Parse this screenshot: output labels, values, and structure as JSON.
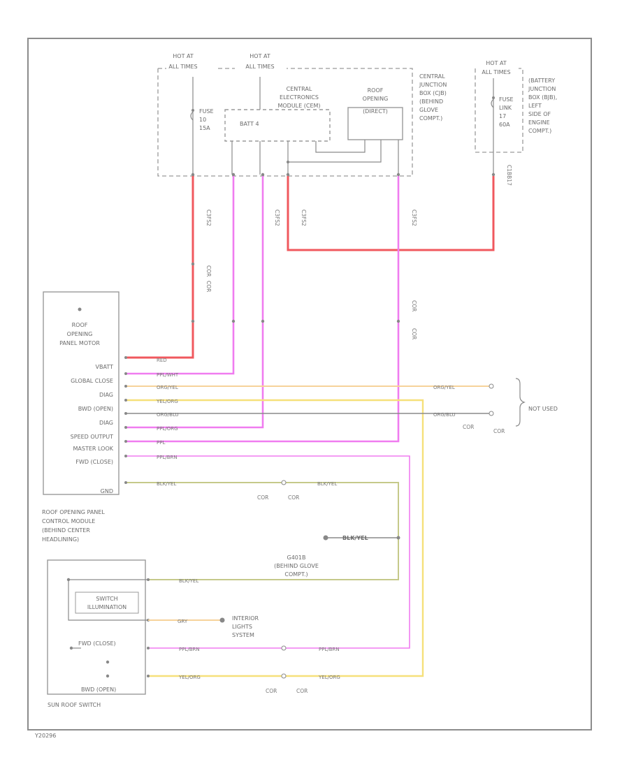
{
  "hot_labels": {
    "left": [
      "HOT AT",
      "ALL TIMES"
    ],
    "mid": [
      "HOT AT",
      "ALL TIMES"
    ],
    "right": [
      "HOT AT",
      "ALL TIMES"
    ]
  },
  "fuse": [
    "FUSE",
    "10",
    "15A"
  ],
  "fuse_link": [
    "FUSE",
    "LINK",
    "17",
    "60A"
  ],
  "batt_label": "BATT 4",
  "central_electronics": [
    "CENTRAL",
    "ELECTRONICS",
    "MODULE (CEM)"
  ],
  "roof_opening_ctrl": [
    "ROOF",
    "OPENING",
    "(DIRECT)"
  ],
  "cjb": [
    "CENTRAL",
    "JUNCTION",
    "BOX (CJB)",
    "(BEHIND",
    "GLOVE",
    "COMPT.)"
  ],
  "battery_junction": [
    "(BATTERY",
    "JUNCTION",
    "BOX (BJB),",
    "LEFT",
    "SIDE OF",
    "ENGINE",
    "COMPT.)"
  ],
  "cjb_connectors": [
    "C3FS2",
    "C3FS2",
    "C3FS2",
    "C3FS2"
  ],
  "cor_vertical": [
    "COR",
    "COR",
    "COR",
    "COR",
    "C1BB17"
  ],
  "motor_module": {
    "title": [
      "ROOF",
      "OPENING",
      "PANEL MOTOR"
    ],
    "pins": [
      "VBATT",
      "GLOBAL CLOSE",
      "DIAG",
      "BWD (OPEN)",
      "DIAG",
      "SPEED OUTPUT",
      "MASTER LOOK",
      "FWD (CLOSE)",
      "",
      "GND"
    ],
    "caption": [
      "ROOF OPENING PANEL",
      "CONTROL MODULE",
      "(BEHIND CENTER",
      "HEADLINING)"
    ]
  },
  "wire_colors": {
    "red": "#f0585e",
    "violet": "#f07cf0",
    "yellow": "#f6e07a",
    "orange": "#f6d29a",
    "gnd": "#c5c98a"
  },
  "wire_labels": {
    "red": "RED",
    "global_close": "PPL/WHT",
    "diag1": "ORG/YEL",
    "bwd_open": "YEL/ORG",
    "diag2": "ORG/BLU",
    "speed": "PPL/ORG",
    "master": "PPL",
    "fwd_close": "PPL/BRN",
    "gnd": "BLK/YEL"
  },
  "not_used": "NOT USED",
  "cor_labels": [
    "COR",
    "COR",
    "COR",
    "COR",
    "COR",
    "COR"
  ],
  "ground": {
    "label": "BLK/YEL",
    "name": [
      "G401B",
      "(BEHIND GLOVE",
      "COMPT.)"
    ]
  },
  "switch": {
    "illum": [
      "SWITCH",
      "ILLUMINATION"
    ],
    "fwd": "FWD (CLOSE)",
    "bwd": "BWD (OPEN)",
    "caption": "SUN ROOF SWITCH",
    "wire_gry": "GRY"
  },
  "interior_lights": [
    "INTERIOR",
    "LIGHTS",
    "SYSTEM"
  ],
  "footer_id": "Y20296"
}
